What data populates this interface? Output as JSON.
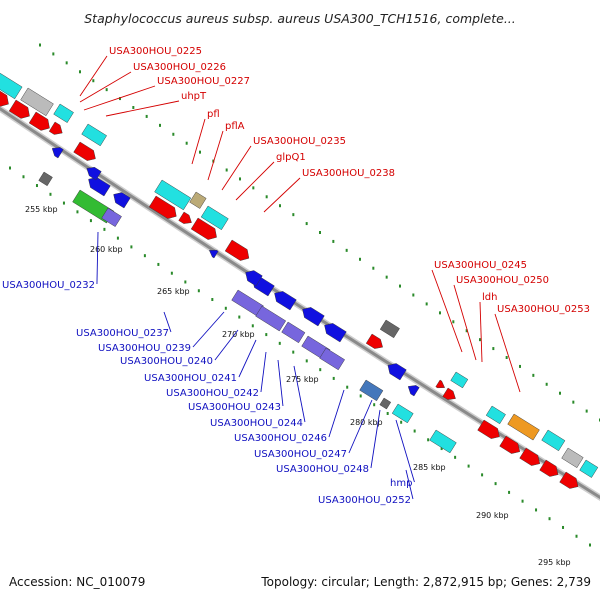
{
  "title": "Staphylococcus aureus subsp. aureus USA300_TCH1516, complete...",
  "footer": {
    "accession": "Accession: NC_010079",
    "summary": "Topology: circular; Length: 2,872,915 bp; Genes: 2,739"
  },
  "colors": {
    "backbone": "#8a8a8a",
    "ticks": "#2a8a2a",
    "forward_label": "#d40000",
    "reverse_label": "#1010c0",
    "cds_red": "#ee0000",
    "cds_blue": "#1010e0",
    "cyan": "#22e0e0",
    "gray": "#bbbbbb",
    "dark_gray": "#666666",
    "green": "#33bb33",
    "lavender": "#7766dd",
    "steel_blue": "#4477bb",
    "orange": "#ee9922",
    "tan": "#bbaa77"
  },
  "kbp_labels": [
    "255 kbp",
    "260 kbp",
    "265 kbp",
    "270 kbp",
    "275 kbp",
    "280 kbp",
    "285 kbp",
    "290 kbp",
    "295 kbp"
  ],
  "forward_labels": [
    "USA300HOU_0225",
    "USA300HOU_0226",
    "USA300HOU_0227",
    "uhpT",
    "pfl",
    "pflA",
    "USA300HOU_0235",
    "glpQ1",
    "USA300HOU_0238",
    "USA300HOU_0245",
    "USA300HOU_0250",
    "ldh",
    "USA300HOU_0253"
  ],
  "reverse_labels": [
    "USA300HOU_0232",
    "USA300HOU_0237",
    "USA300HOU_0239",
    "USA300HOU_0240",
    "USA300HOU_0241",
    "USA300HOU_0242",
    "USA300HOU_0243",
    "USA300HOU_0244",
    "USA300HOU_0246",
    "USA300HOU_0247",
    "USA300HOU_0248",
    "hmp",
    "USA300HOU_0252"
  ]
}
